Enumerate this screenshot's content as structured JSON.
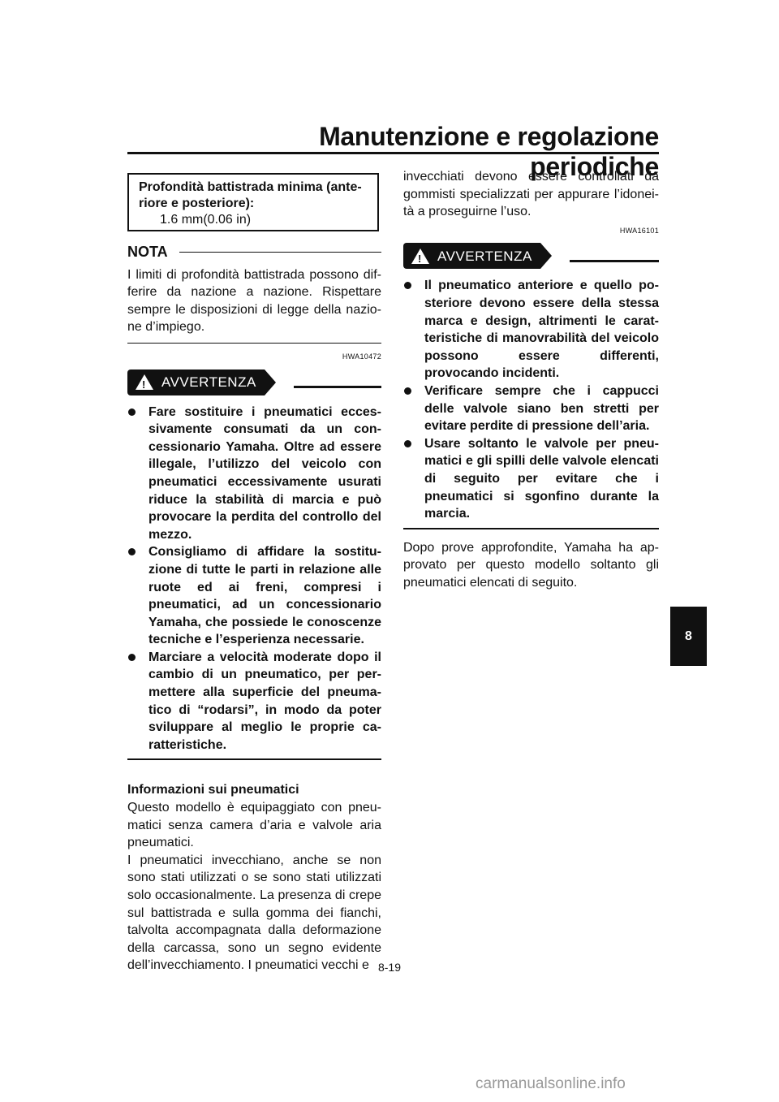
{
  "header": {
    "title": "Manutenzione e regolazione periodiche"
  },
  "spec": {
    "label_line1": "Profondità battistrada minima (ante-",
    "label_line2": "riore e posteriore):",
    "value": "1.6 mm(0.06 in)"
  },
  "note": {
    "heading": "NOTA",
    "text": "I limiti di profondità battistrada possono dif­ferire da nazione a nazione. Rispettare sempre le disposizioni di legge della nazio­ne d’impiego."
  },
  "warning1": {
    "code": "HWA10472",
    "label": "AVVERTENZA",
    "items": [
      "Fare sostituire i pneumatici ecces­sivamente consumati da un con­cessionario Yamaha. Oltre ad essere illegale, l’utilizzo del veicolo con pneumatici eccessivamente usurati riduce la stabilità di marcia e può provocare la perdita del con­trollo del mezzo.",
      "Consigliamo di affidare la sostitu­zione di tutte le parti in relazione alle ruote ed ai freni, compresi i pneumatici, ad un concessionario Yamaha, che possiede le cono­scenze tecniche e l’esperienza ne­cessarie.",
      "Marciare a velocità moderate dopo il cambio di un pneumatico, per per­mettere alla superficie del pneuma­tico di “rodarsi”, in modo da poter sviluppare al meglio le proprie ca­ratteristiche."
    ]
  },
  "tire_info": {
    "heading": "Informazioni sui pneumatici",
    "para1": "Questo modello è equipaggiato con pneu­matici senza camera d’aria e valvole aria pneumatici.",
    "para2": "I pneumatici invecchiano, anche se non sono stati utilizzati o se sono stati utilizzati solo occasionalmente. La presenza di cre­pe sul battistrada e sulla gomma dei fianchi, talvolta accompagnata dalla deformazione della carcassa, sono un segno evidente dell’invecchiamento. I pneumatici vecchi e",
    "para2_cont": "invecchiati devono essere controllati da gommisti specializzati per appurare l’idonei­tà a proseguirne l’uso."
  },
  "warning2": {
    "code": "HWA16101",
    "label": "AVVERTENZA",
    "items": [
      "Il pneumatico anteriore e quello po­steriore devono essere della stessa marca e design, altrimenti le carat­teristiche di manovrabilità del vei­colo possono essere differenti, provocando incidenti.",
      "Verificare sempre che i cappucci delle valvole siano ben stretti per evitare perdite di pressione dell’aria.",
      "Usare soltanto le valvole per pneu­matici e gli spilli delle valvole elen­cati di seguito per evitare che i pneumatici si sgonfino durante la marcia."
    ]
  },
  "closing": "Dopo prove approfondite, Yamaha ha ap­provato per questo modello soltanto gli pneumatici elencati di seguito.",
  "side_tab": "8",
  "page_number": "8-19",
  "watermark": "carmanualsonline.info"
}
